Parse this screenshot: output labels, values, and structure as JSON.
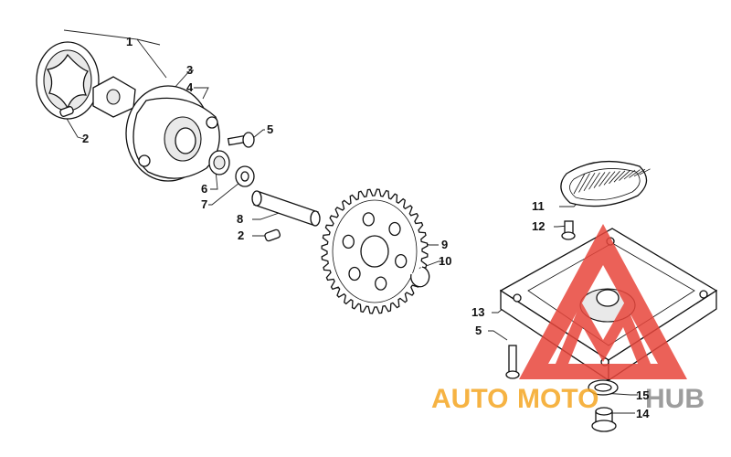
{
  "diagram": {
    "callouts": [
      {
        "id": "1",
        "text": "1"
      },
      {
        "id": "2a",
        "text": "2"
      },
      {
        "id": "3",
        "text": "3"
      },
      {
        "id": "4",
        "text": "4"
      },
      {
        "id": "5a",
        "text": "5"
      },
      {
        "id": "6",
        "text": "6"
      },
      {
        "id": "7",
        "text": "7"
      },
      {
        "id": "8",
        "text": "8"
      },
      {
        "id": "2b",
        "text": "2"
      },
      {
        "id": "9",
        "text": "9"
      },
      {
        "id": "10",
        "text": "10"
      },
      {
        "id": "11",
        "text": "11"
      },
      {
        "id": "12",
        "text": "12"
      },
      {
        "id": "13",
        "text": "13"
      },
      {
        "id": "5b",
        "text": "5"
      },
      {
        "id": "15",
        "text": "15"
      },
      {
        "id": "14",
        "text": "14"
      }
    ]
  },
  "watermark": {
    "part1": "AUTO",
    "part2": "MOTO",
    "part3": "HUB",
    "colors": {
      "orange": "#f5a623",
      "gray": "#8c8c8c",
      "red": "#e8463c"
    }
  }
}
